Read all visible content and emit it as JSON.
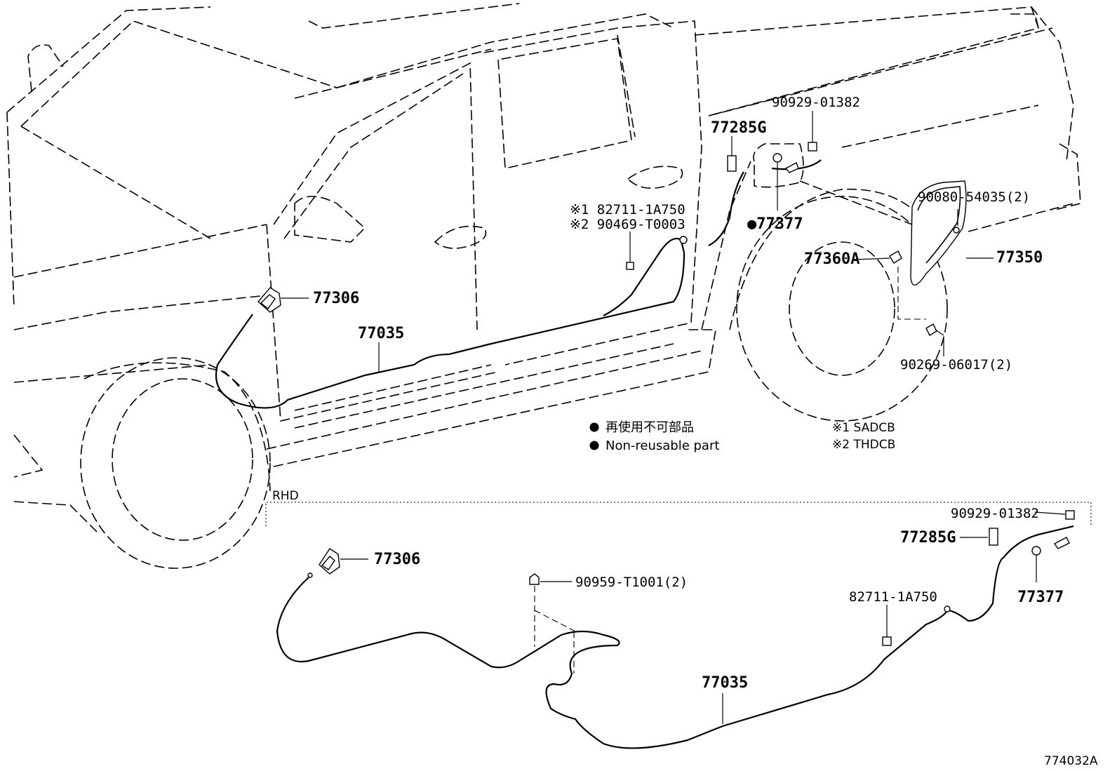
{
  "labels": {
    "p90929_top": "90929-01382",
    "p77285G_top": "77285G",
    "p82711_top": "※1 82711-1A750",
    "p90469_top": "※2 90469-T0003",
    "p77377_top": "●77377",
    "p90080": "90080-54035(2)",
    "p77360A": "77360A",
    "p77350": "77350",
    "p77306_top": "77306",
    "p77035_top": "77035",
    "p90269": "90269-06017(2)",
    "rhd": "RHD",
    "p77306_bot": "77306",
    "p90959": "90959-T1001(2)",
    "p90929_bot": "90929-01382",
    "p77285G_bot": "77285G",
    "p82711_bot": "82711-1A750",
    "p77377_bot": "77377",
    "p77035_bot": "77035",
    "diagram_id": "774032A"
  },
  "legend": {
    "non_reusable_jp": "再使用不可部品",
    "non_reusable_en": "Non-reusable part",
    "note1": "※1 SADCB",
    "note2": "※2 THDCB"
  }
}
